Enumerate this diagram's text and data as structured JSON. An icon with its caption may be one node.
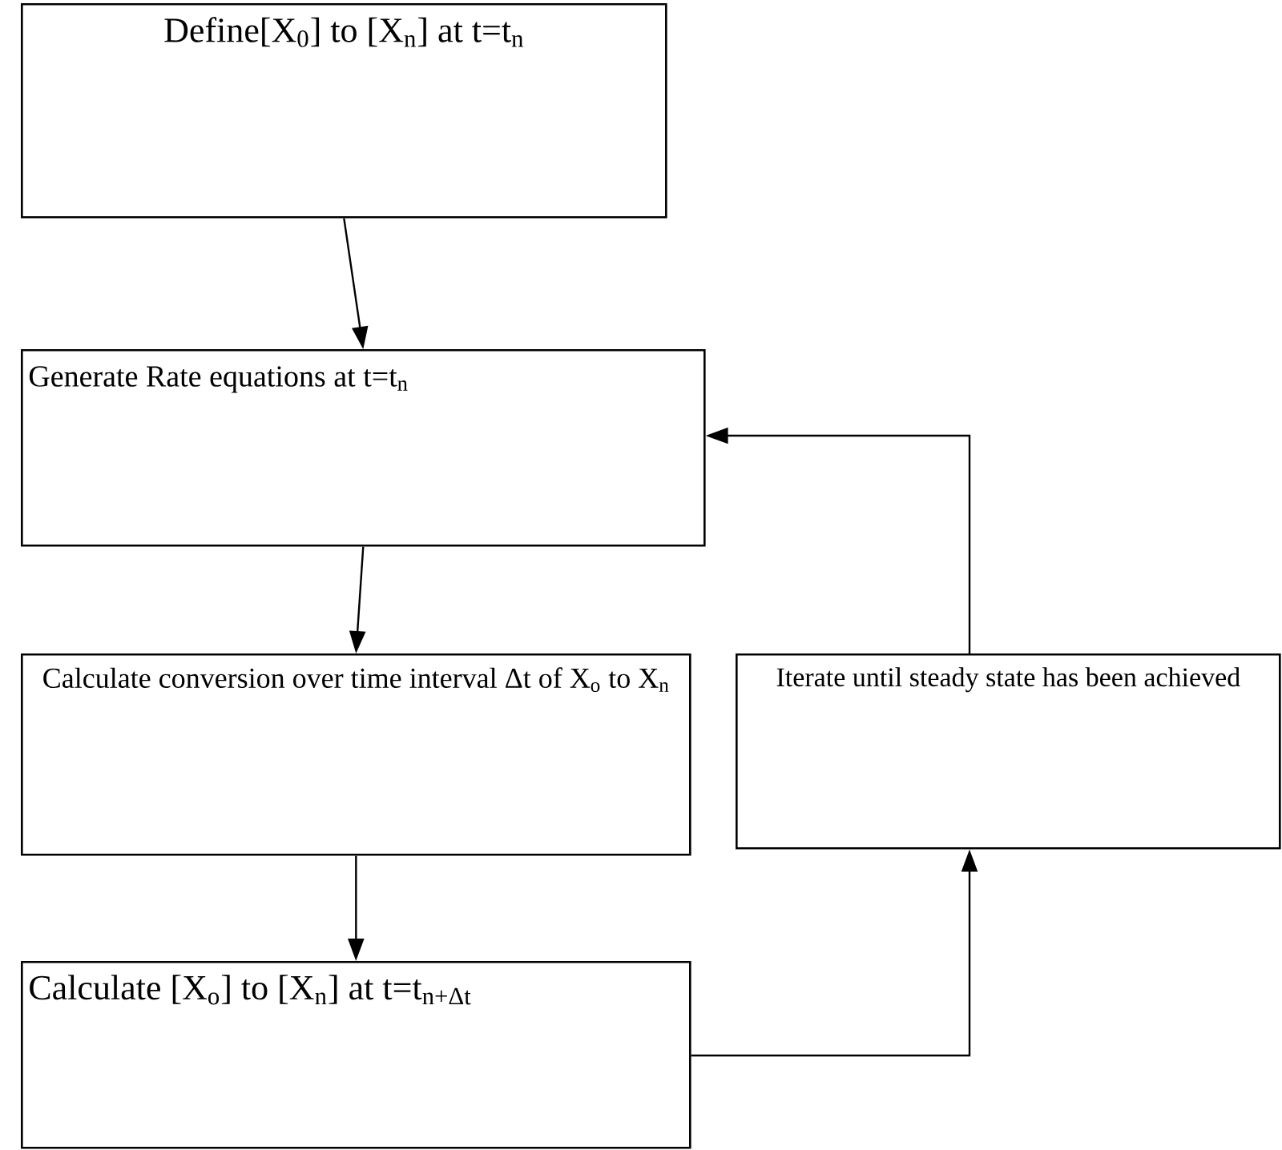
{
  "diagram": {
    "nodes": [
      {
        "text": [
          "Define[X$_{0}$] to [X$_{n}$] at t=t$_{n}$"
        ]
      },
      {
        "text": [
          "Generate Rate equations at t=t$_{n}$"
        ]
      },
      {
        "text": [
          "Calculate conversion over time interval Δt of X$_{o}$ to X$_{n}$"
        ]
      },
      {
        "text": [
          "Calculate [X$_{o}$] to [X$_{n}$] at t=t$_{n+Δt}$"
        ]
      },
      {
        "text": [
          "Iterate until steady state has been achieved"
        ]
      }
    ],
    "edges": [
      {
        "from": 0,
        "to": 1,
        "arrow": "to"
      },
      {
        "from": 1,
        "to": 2,
        "arrow": "to"
      },
      {
        "from": 2,
        "to": 3,
        "arrow": "to"
      },
      {
        "from": 3,
        "to": 4,
        "arrow": "to"
      },
      {
        "from": 4,
        "to": 1,
        "arrow": "to"
      }
    ]
  }
}
